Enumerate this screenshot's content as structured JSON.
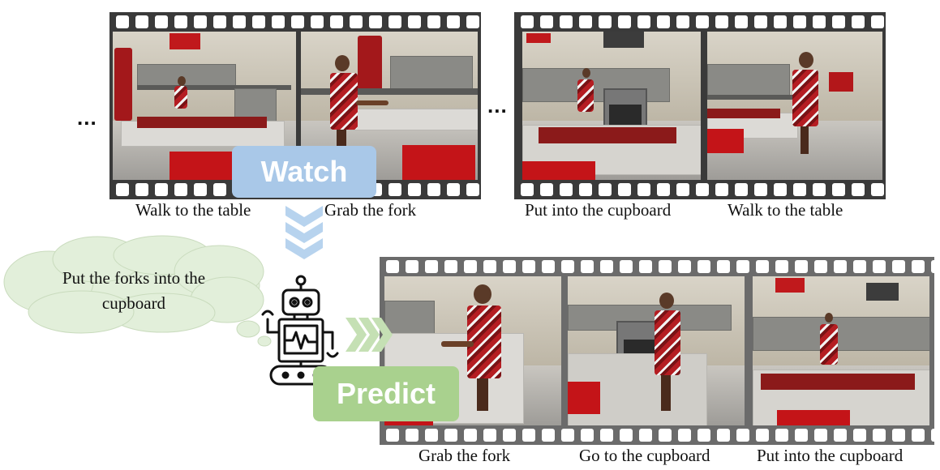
{
  "watch_label": "Watch",
  "predict_label": "Predict",
  "ellipsis_left": "...",
  "ellipsis_mid": "...",
  "thought": {
    "line1": "Put the forks into the",
    "line2": "cupboard"
  },
  "observed_clip_1": {
    "captions": [
      "Walk to the table",
      "Grab the fork"
    ]
  },
  "observed_clip_2": {
    "captions": [
      "Put into the cupboard",
      "Walk to the table"
    ]
  },
  "predicted_clip": {
    "captions": [
      "Grab the fork",
      "Go to the cupboard",
      "Put into the cupboard"
    ]
  },
  "colors": {
    "watch_badge": "#a9c8e8",
    "watch_arrows": "#b7d3ee",
    "predict_badge": "#a9d18e",
    "predict_arrows": "#c5e0b4",
    "cloud": "#e2efda",
    "film_dark": "#3a3a3a",
    "film_light": "#6b6b6b"
  },
  "icons": [
    "robot-icon",
    "thought-cloud",
    "chevron-down-arrows",
    "chevron-right-arrows"
  ]
}
